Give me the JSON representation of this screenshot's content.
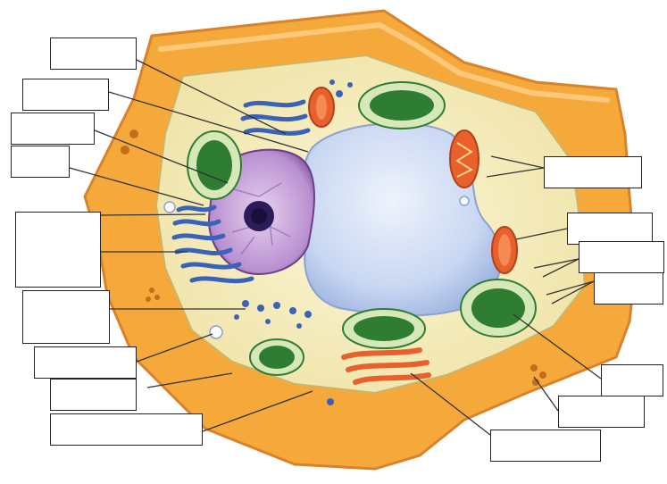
{
  "diagram": {
    "colors": {
      "cell_wall": "#f6a93b",
      "cell_wall_dark": "#d9822b",
      "cytoplasm": "#f6eec0",
      "vacuole": "#c9d7f2",
      "nucleus": "#b98fd0",
      "nucleolus": "#2b1b5a",
      "chloroplast": "#2f7d32",
      "endoplasmic_reticulum": "#3a63b8",
      "mitochondrion": "#e8602c",
      "leader_line": "#333333"
    },
    "icons": [
      "cell-wall",
      "vacuole",
      "nucleus",
      "nucleolus",
      "chloroplast",
      "mitochondrion",
      "endoplasmic-reticulum",
      "golgi",
      "plasmodesmata"
    ]
  },
  "labels": [
    {
      "id": "l1",
      "text": ""
    },
    {
      "id": "l2",
      "text": ""
    },
    {
      "id": "l3",
      "text": ""
    },
    {
      "id": "l4",
      "text": ""
    },
    {
      "id": "l5",
      "text": ""
    },
    {
      "id": "l6",
      "text": ""
    },
    {
      "id": "l7",
      "text": ""
    },
    {
      "id": "l8",
      "text": ""
    },
    {
      "id": "l9",
      "text": ""
    },
    {
      "id": "l10",
      "text": ""
    },
    {
      "id": "l11",
      "text": ""
    },
    {
      "id": "l12",
      "text": ""
    },
    {
      "id": "l13",
      "text": ""
    },
    {
      "id": "l14",
      "text": ""
    },
    {
      "id": "l15",
      "text": ""
    },
    {
      "id": "l16",
      "text": ""
    }
  ]
}
